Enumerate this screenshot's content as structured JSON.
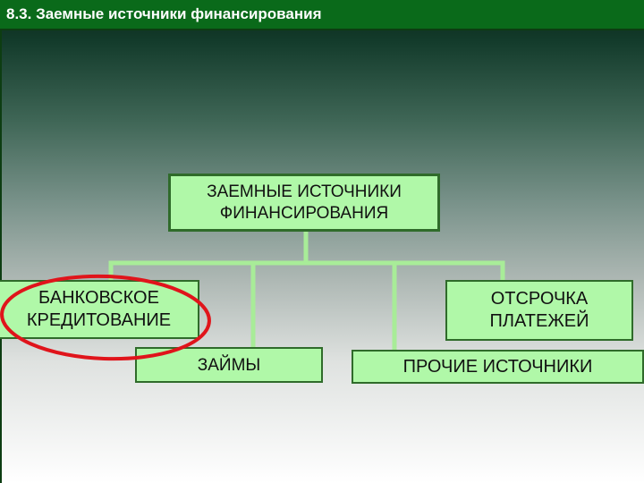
{
  "slide": {
    "title": "8.3. Заемные источники финансирования"
  },
  "diagram": {
    "root": {
      "line1": "ЗАЕМНЫЕ ИСТОЧНИКИ",
      "line2": "ФИНАНСИРОВАНИЯ"
    },
    "children": {
      "bank": {
        "line1": "БАНКОВСКОЕ",
        "line2": "КРЕДИТОВАНИЕ",
        "highlighted": true
      },
      "loans": {
        "label": "ЗАЙМЫ"
      },
      "deferral": {
        "line1": "ОТСРОЧКА",
        "line2": "ПЛАТЕЖЕЙ"
      },
      "other": {
        "label": "ПРОЧИЕ ИСТОЧНИКИ"
      }
    }
  },
  "colors": {
    "title_bar": "#0a6a1a",
    "box_fill": "#b0f8a8",
    "box_border": "#2f6b2a",
    "connector": "#a8ec98",
    "highlight_ellipse": "#e0141b"
  }
}
